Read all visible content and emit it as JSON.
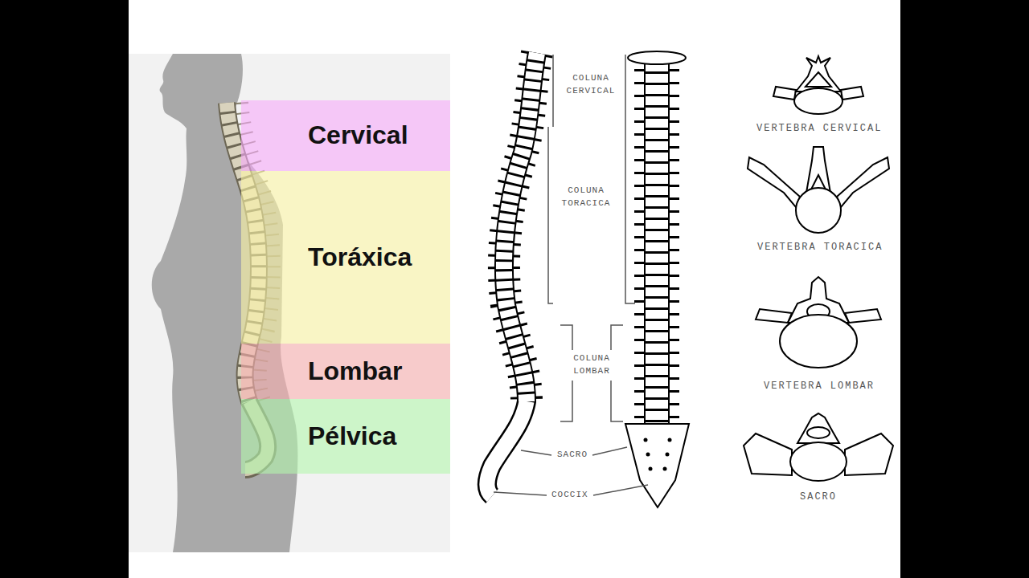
{
  "diagram": {
    "nodes": [
      {
        "text": [
          "Cervical"
        ]
      },
      {
        "text": [
          "Toráxica"
        ]
      },
      {
        "text": [
          "Lombar"
        ]
      },
      {
        "text": [
          "Pélvica"
        ]
      }
    ],
    "labels": [
      "COLUNA CERVICAL",
      "COLUNA TORACICA",
      "COLUNA LOMBAR",
      "SACRO",
      "COCCIX",
      "VERTEBRA CERVICAL",
      "VERTEBRA TORACICA",
      "VERTEBRA LOMBAR",
      "SACRO"
    ]
  }
}
